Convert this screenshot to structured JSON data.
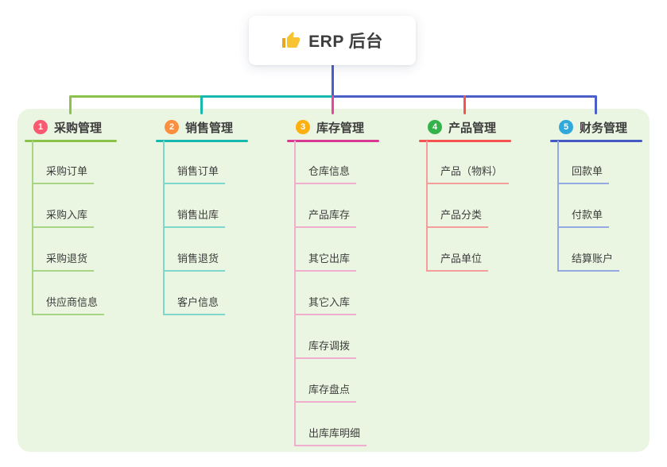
{
  "canvas": {
    "background": "#ffffff",
    "panel_background": "#eaf6e1",
    "text_color": "#3d3d3d"
  },
  "root": {
    "icon": "thumbs-up-icon",
    "icon_color": "#f7c331",
    "icon_cuff_color": "#e8a81c",
    "title": "ERP 后台",
    "trunk_color": "#4a5fc8"
  },
  "connector_colors": {
    "left_green": "#8bc34a",
    "mid_teal": "#17b8ad",
    "right_blue": "#4a5fc8"
  },
  "branches": [
    {
      "index": "1",
      "title": "采购管理",
      "badge_color": "#f85a70",
      "line_color": "#8bc34a",
      "sub_line_color": "#a8d485",
      "drop_color": "#8bc34a",
      "items": [
        "采购订单",
        "采购入库",
        "采购退货",
        "供应商信息"
      ]
    },
    {
      "index": "2",
      "title": "销售管理",
      "badge_color": "#fb8e3f",
      "line_color": "#17b8ad",
      "sub_line_color": "#7fd6cd",
      "drop_color": "#17b8ad",
      "items": [
        "销售订单",
        "销售出库",
        "销售退货",
        "客户信息"
      ]
    },
    {
      "index": "3",
      "title": "库存管理",
      "badge_color": "#ffb011",
      "line_color": "#d93993",
      "sub_line_color": "#efaecd",
      "drop_color": "#e8459c",
      "items": [
        "仓库信息",
        "产品库存",
        "其它出库",
        "其它入库",
        "库存调拨",
        "库存盘点",
        "出库库明细"
      ]
    },
    {
      "index": "4",
      "title": "产品管理",
      "badge_color": "#34b34a",
      "line_color": "#f4534f",
      "sub_line_color": "#f49d9a",
      "drop_color": "#f4534f",
      "items": [
        "产品（物料）",
        "产品分类",
        "产品单位"
      ]
    },
    {
      "index": "5",
      "title": "财务管理",
      "badge_color": "#30a8dc",
      "line_color": "#4459c4",
      "sub_line_color": "#94a9e2",
      "drop_color": "#4a5fc8",
      "items": [
        "回款单",
        "付款单",
        "结算账户"
      ]
    }
  ]
}
